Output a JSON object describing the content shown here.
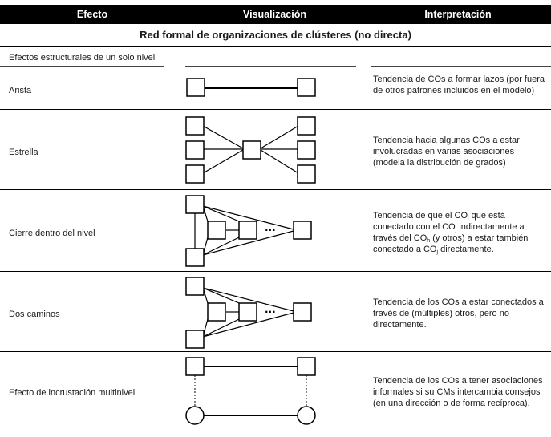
{
  "table": {
    "headers": {
      "effect": "Efecto",
      "visualization": "Visualización",
      "interpretation": "Interpretación"
    },
    "section_title": "Red formal de organizaciones de clústeres (no directa)",
    "subsection_label": "Efectos estructurales de un solo nivel",
    "rows": [
      {
        "effect": "Arista",
        "interpretation": "Tendencia de COs a formar lazos (por fuera de otros patrones incluidos en el modelo)"
      },
      {
        "effect": "Estrella",
        "interpretation": "Tendencia hacia algunas COs a estar involucradas en varias asociaciones (modela la distribución de grados)"
      },
      {
        "effect": "Cierre dentro del nivel",
        "interpretation_parts": {
          "p1": "Tendencia de que el CO",
          "s1": "i",
          "p2": " que está conectado con el CO",
          "s2": "j",
          "p3": " indirectamente a través del CO",
          "s3": "h",
          "p4": " (y otros) a estar también conectado a CO",
          "s4": "j",
          "p5": " directamente."
        }
      },
      {
        "effect": "Dos caminos",
        "interpretation": "Tendencia de los COs a estar conectados a través de (múltiples) otros, pero no directamente."
      },
      {
        "effect": "Efecto de incrustación multinivel",
        "interpretation": "Tendencia de los COs a tener asociaciones informales si su CMs intercambia consejos (en una dirección o de forma recíproca)."
      }
    ],
    "ellipsis": "···"
  }
}
